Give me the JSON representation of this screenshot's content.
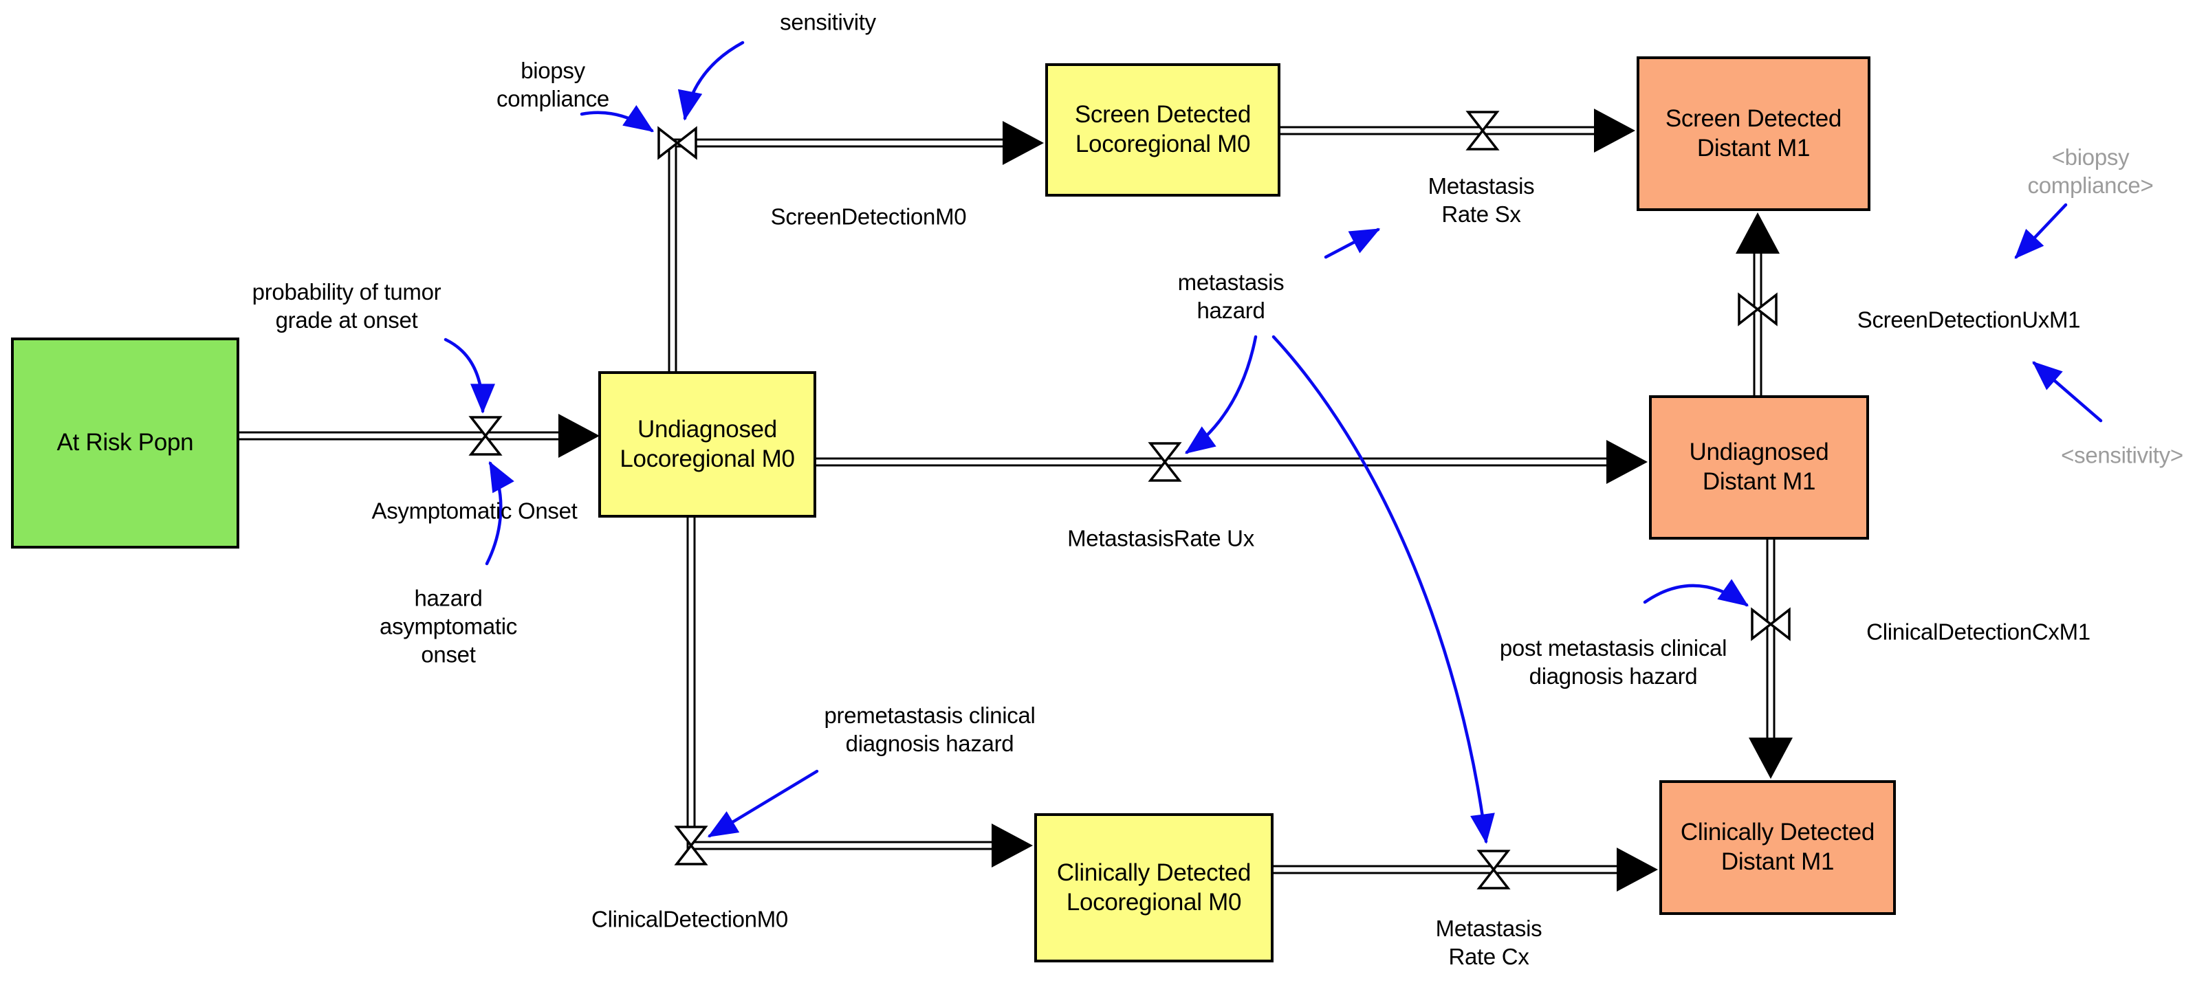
{
  "diagram": {
    "background": "#FFFFFF",
    "colors": {
      "stock_green": "#8BE55E",
      "stock_yellow": "#FDFD84",
      "stock_orange": "#FBA97C",
      "connector_blue": "#0A0AEF",
      "shadow_text_gray": "#9C9C9C",
      "line_black": "#000000"
    },
    "stocks": [
      {
        "id": "at-risk-popn",
        "label": "At Risk Popn",
        "color": "#8BE55E"
      },
      {
        "id": "undiagnosed-locoregional-m0",
        "label": "Undiagnosed\nLocoregional M0",
        "color": "#FDFD84"
      },
      {
        "id": "screen-detected-locoregional-m0",
        "label": "Screen Detected\nLocoregional M0",
        "color": "#FDFD84"
      },
      {
        "id": "clinically-detected-locoregional-m0",
        "label": "Clinically Detected\nLocoregional M0",
        "color": "#FDFD84"
      },
      {
        "id": "screen-detected-distant-m1",
        "label": "Screen Detected\nDistant M1",
        "color": "#FBA97C"
      },
      {
        "id": "undiagnosed-distant-m1",
        "label": "Undiagnosed\nDistant M1",
        "color": "#FBA97C"
      },
      {
        "id": "clinically-detected-distant-m1",
        "label": "Clinically Detected\nDistant M1",
        "color": "#FBA97C"
      }
    ],
    "flows": [
      {
        "id": "asymptomatic-onset",
        "label": "Asymptomatic Onset"
      },
      {
        "id": "screen-detection-m0",
        "label": "ScreenDetectionM0"
      },
      {
        "id": "metastasis-rate-sx",
        "label": "Metastasis\nRate Sx"
      },
      {
        "id": "metastasis-rate-ux",
        "label": "MetastasisRate Ux"
      },
      {
        "id": "clinical-detection-m0",
        "label": "ClinicalDetectionM0"
      },
      {
        "id": "metastasis-rate-cx",
        "label": "Metastasis\nRate Cx"
      },
      {
        "id": "screen-detection-ux-m1",
        "label": "ScreenDetectionUxM1"
      },
      {
        "id": "clinical-detection-cx-m1",
        "label": "ClinicalDetectionCxM1"
      }
    ],
    "auxiliaries": [
      {
        "id": "sensitivity",
        "label": "sensitivity"
      },
      {
        "id": "biopsy-compliance",
        "label": "biopsy\ncompliance"
      },
      {
        "id": "probability-of-tumor-grade-at-onset",
        "label": "probability of tumor\ngrade at onset"
      },
      {
        "id": "hazard-asymptomatic-onset",
        "label": "hazard\nasymptomatic\nonset"
      },
      {
        "id": "metastasis-hazard",
        "label": "metastasis\nhazard"
      },
      {
        "id": "premetastasis-clinical-diagnosis-hazard",
        "label": "premetastasis clinical\ndiagnosis hazard"
      },
      {
        "id": "post-metastasis-clinical-diagnosis-hazard",
        "label": "post metastasis clinical\ndiagnosis hazard"
      }
    ],
    "shadow_variables": [
      {
        "id": "shadow-biopsy-compliance",
        "label": "<biopsy\ncompliance>"
      },
      {
        "id": "shadow-sensitivity",
        "label": "<sensitivity>"
      }
    ]
  }
}
